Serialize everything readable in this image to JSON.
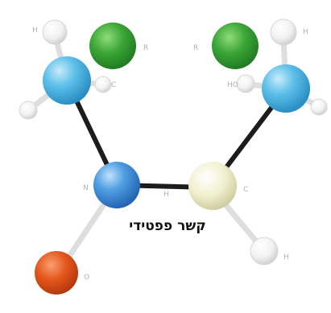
{
  "label": "קשר פפטידי",
  "atom_labels": {
    "h_top_left": "H",
    "r_left": "R",
    "c_left": "C",
    "n_center": "N",
    "c_right": "C",
    "r_right": "R",
    "h_top_right": "H",
    "ho_right": "HO",
    "c_center_right": "C",
    "h_lower_right": "H",
    "o_bottom": "O",
    "bond_mark": "H"
  },
  "colors": {
    "carbon_blue": "#4fb6e3",
    "nitrogen_blue": "#3f8fd8",
    "r_group_green": "#3aa536",
    "pale_atom": "#f1f0cf",
    "oxygen_orange": "#e4561c",
    "hydrogen_white": "#f4f4f4",
    "bond_dark": "#1c1c1c",
    "bond_light": "#dcdcdc"
  }
}
